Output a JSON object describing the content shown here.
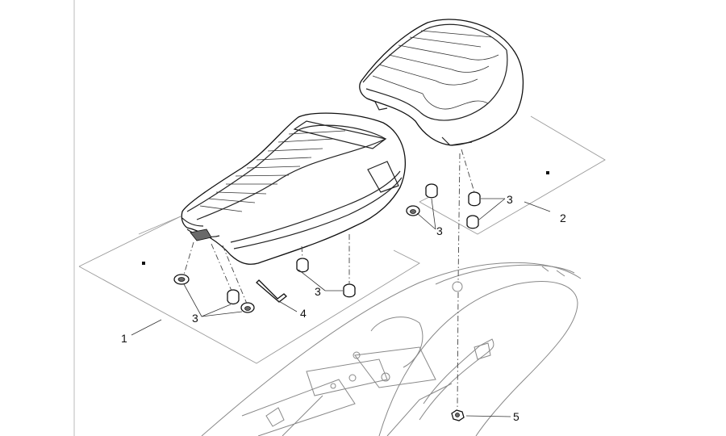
{
  "callouts": {
    "c1": "1",
    "c2": "2",
    "c3a": "3",
    "c3b": "3",
    "c3c": "3",
    "c3d": "3",
    "c4": "4",
    "c5": "5"
  },
  "colors": {
    "line": "#222222",
    "frame": "#9a9a9a",
    "background": "#ffffff"
  }
}
